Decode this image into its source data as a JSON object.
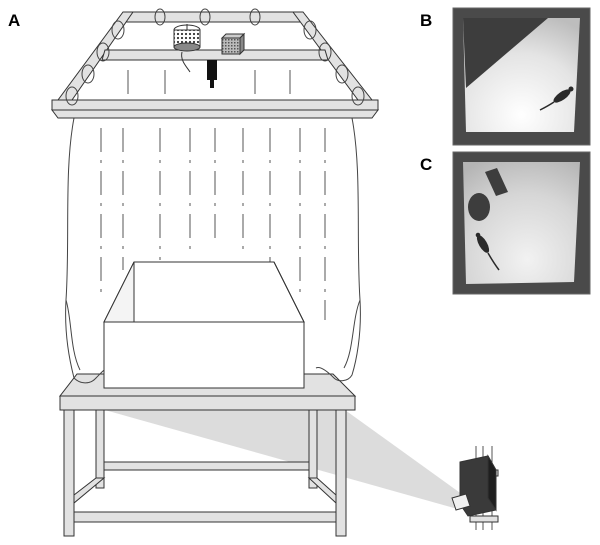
{
  "panels": {
    "a": {
      "label": "A"
    },
    "b": {
      "label": "B"
    },
    "c": {
      "label": "C"
    }
  },
  "colors": {
    "frame_fill": "#e2e2e2",
    "outline": "#333333",
    "light_cone": "#d6d6d6",
    "camera_body": "#3a3a3a",
    "arena_photo_floor": "#d9d9d9",
    "arena_photo_wall": "#555555",
    "cue_shape": "#3d3d3d"
  },
  "icons": {
    "overhead_camera": "camera-icon",
    "food_dispenser": "dispenser-icon",
    "speaker": "speaker-icon",
    "projector": "projector-icon",
    "rat": "rat-icon"
  }
}
